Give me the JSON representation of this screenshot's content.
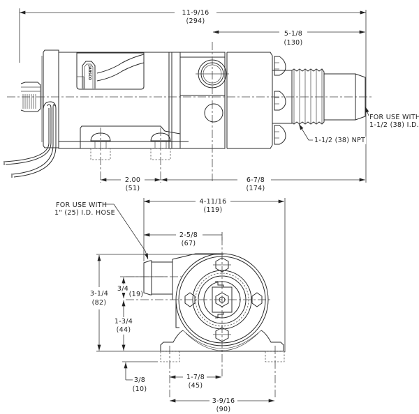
{
  "drawing": {
    "side_view": {
      "overall_length": {
        "fraction": "11-9/16",
        "metric": "(294)"
      },
      "port_offset": {
        "fraction": "5-1/8",
        "metric": "(130)"
      },
      "mount_spacing": {
        "fraction": "2.00",
        "metric": "(51)"
      },
      "mount_to_end": {
        "fraction": "6-7/8",
        "metric": "(174)"
      },
      "thread_callout": "1-1/2 (38) NPT",
      "hose_note_line1": "FOR USE WITH",
      "hose_note_line2": "1-1/2 (38) I.D.",
      "brand_label": "JABSCO"
    },
    "front_view": {
      "overall_width": {
        "fraction": "4-11/16",
        "metric": "(119)"
      },
      "inlet_offset": {
        "fraction": "2-5/8",
        "metric": "(67)"
      },
      "overall_height": {
        "fraction": "3-1/4",
        "metric": "(82)"
      },
      "inlet_to_center": {
        "fraction": "3/4",
        "metric": "(19)"
      },
      "center_height": {
        "fraction": "1-3/4",
        "metric": "(44)"
      },
      "foot_height": {
        "fraction": "3/8",
        "metric": "(10)"
      },
      "half_mount": {
        "fraction": "1-7/8",
        "metric": "(45)"
      },
      "mount_width": {
        "fraction": "3-9/16",
        "metric": "(90)"
      },
      "hose_note_line1": "FOR USE WITH",
      "hose_note_line2": "1\" (25) I.D. HOSE"
    }
  }
}
